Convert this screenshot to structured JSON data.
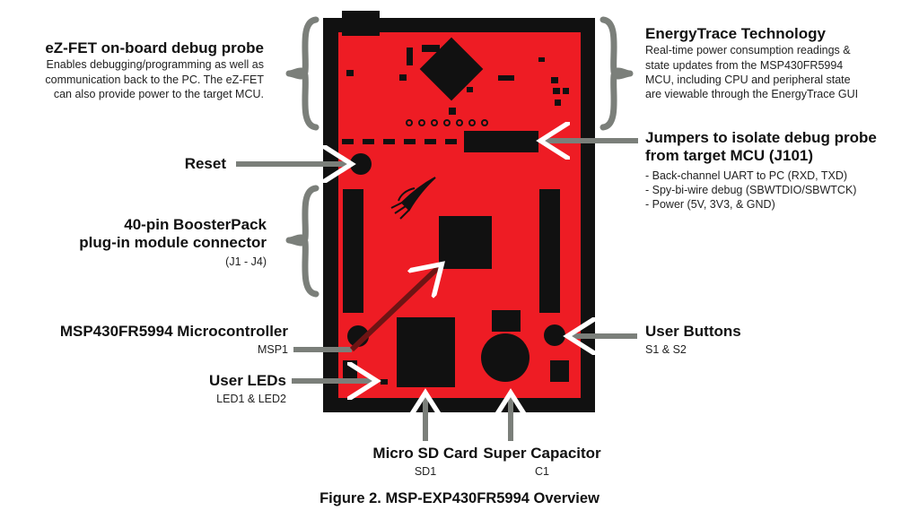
{
  "callouts": {
    "ezfet": {
      "title": "eZ-FET on-board debug probe",
      "desc": [
        "Enables debugging/programming as well as",
        "communication back to the PC. The eZ-FET",
        "can also provide power to the target MCU."
      ]
    },
    "energytrace": {
      "title": "EnergyTrace Technology",
      "desc": [
        "Real-time power consumption readings &",
        "state updates from the MSP430FR5994",
        "MCU, including CPU and peripheral state",
        "are viewable through the EnergyTrace GUI"
      ]
    },
    "jumpers": {
      "title": [
        "Jumpers to isolate debug probe",
        "from target MCU (J101)"
      ],
      "desc": [
        "- Back-channel UART to PC (RXD, TXD)",
        "- Spy-bi-wire debug (SBWTDIO/SBWTCK)",
        "- Power (5V, 3V3, & GND)"
      ]
    },
    "reset": {
      "title": "Reset"
    },
    "boosterpack": {
      "title": [
        "40-pin BoosterPack",
        "plug-in module connector"
      ],
      "desc": "(J1 - J4)"
    },
    "mcu": {
      "title": "MSP430FR5994 Microcontroller",
      "desc": "MSP1"
    },
    "buttons": {
      "title": "User Buttons",
      "desc": "S1 & S2"
    },
    "leds": {
      "title": "User LEDs",
      "desc": "LED1 & LED2"
    },
    "sdcard": {
      "title": "Micro SD Card",
      "desc": "SD1"
    },
    "supercap": {
      "title": "Super Capacitor",
      "desc": "C1"
    }
  },
  "caption": "Figure 2. MSP-EXP430FR5994 Overview",
  "colors": {
    "board_red": "#ee1c24",
    "board_border": "#111111",
    "arrow_gray": "#7b7f7a",
    "arrow_dark_red": "#6e1414"
  }
}
